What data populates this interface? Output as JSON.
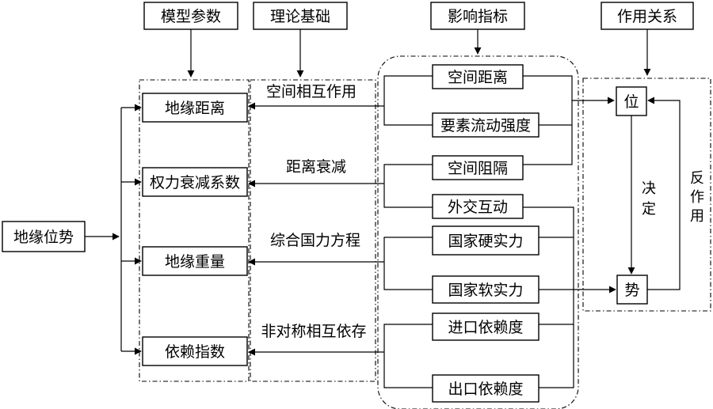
{
  "headers": {
    "model_params": "模型参数",
    "theory_basis": "理论基础",
    "impact_indicators": "影响指标",
    "relation": "作用关系"
  },
  "source": "地缘位势",
  "params": [
    "地缘距离",
    "权力衰减系数",
    "地缘重量",
    "依赖指数"
  ],
  "theories": [
    "空间相互作用",
    "距离衰减",
    "综合国力方程",
    "非对称相互依存"
  ],
  "indicators": [
    "空间距离",
    "要素流动强度",
    "空间阻隔",
    "外交互动",
    "国家硬实力",
    "国家软实力",
    "进口依赖度",
    "出口依赖度"
  ],
  "relation": {
    "wei": "位",
    "shi": "势",
    "decide": [
      "决",
      "定"
    ],
    "react": [
      "反",
      "作",
      "用"
    ]
  }
}
